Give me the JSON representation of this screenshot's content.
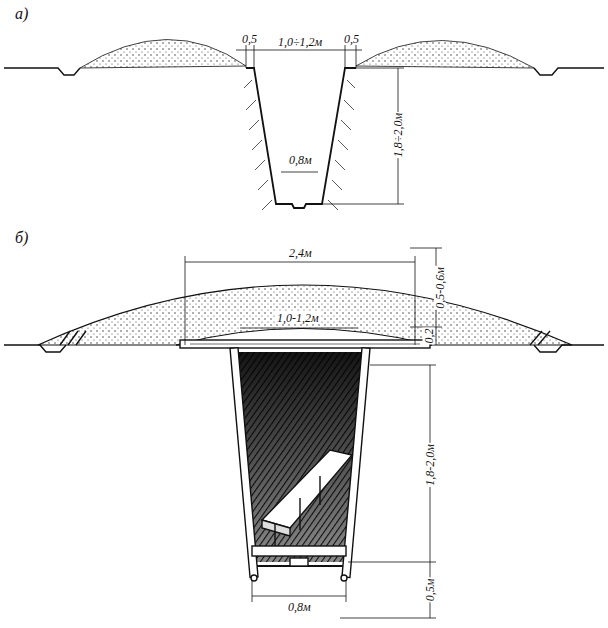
{
  "diagram": {
    "labels": [
      "а)",
      "0,5",
      "1,0÷1,2м",
      "0,5",
      "1,8÷2,0м",
      "0,8м",
      "б)",
      "2,4м",
      "1,0-1,2м",
      "0,2",
      "0,5-0,6м",
      "1,8-2,0м",
      "0,8м",
      "0,5м"
    ]
  }
}
